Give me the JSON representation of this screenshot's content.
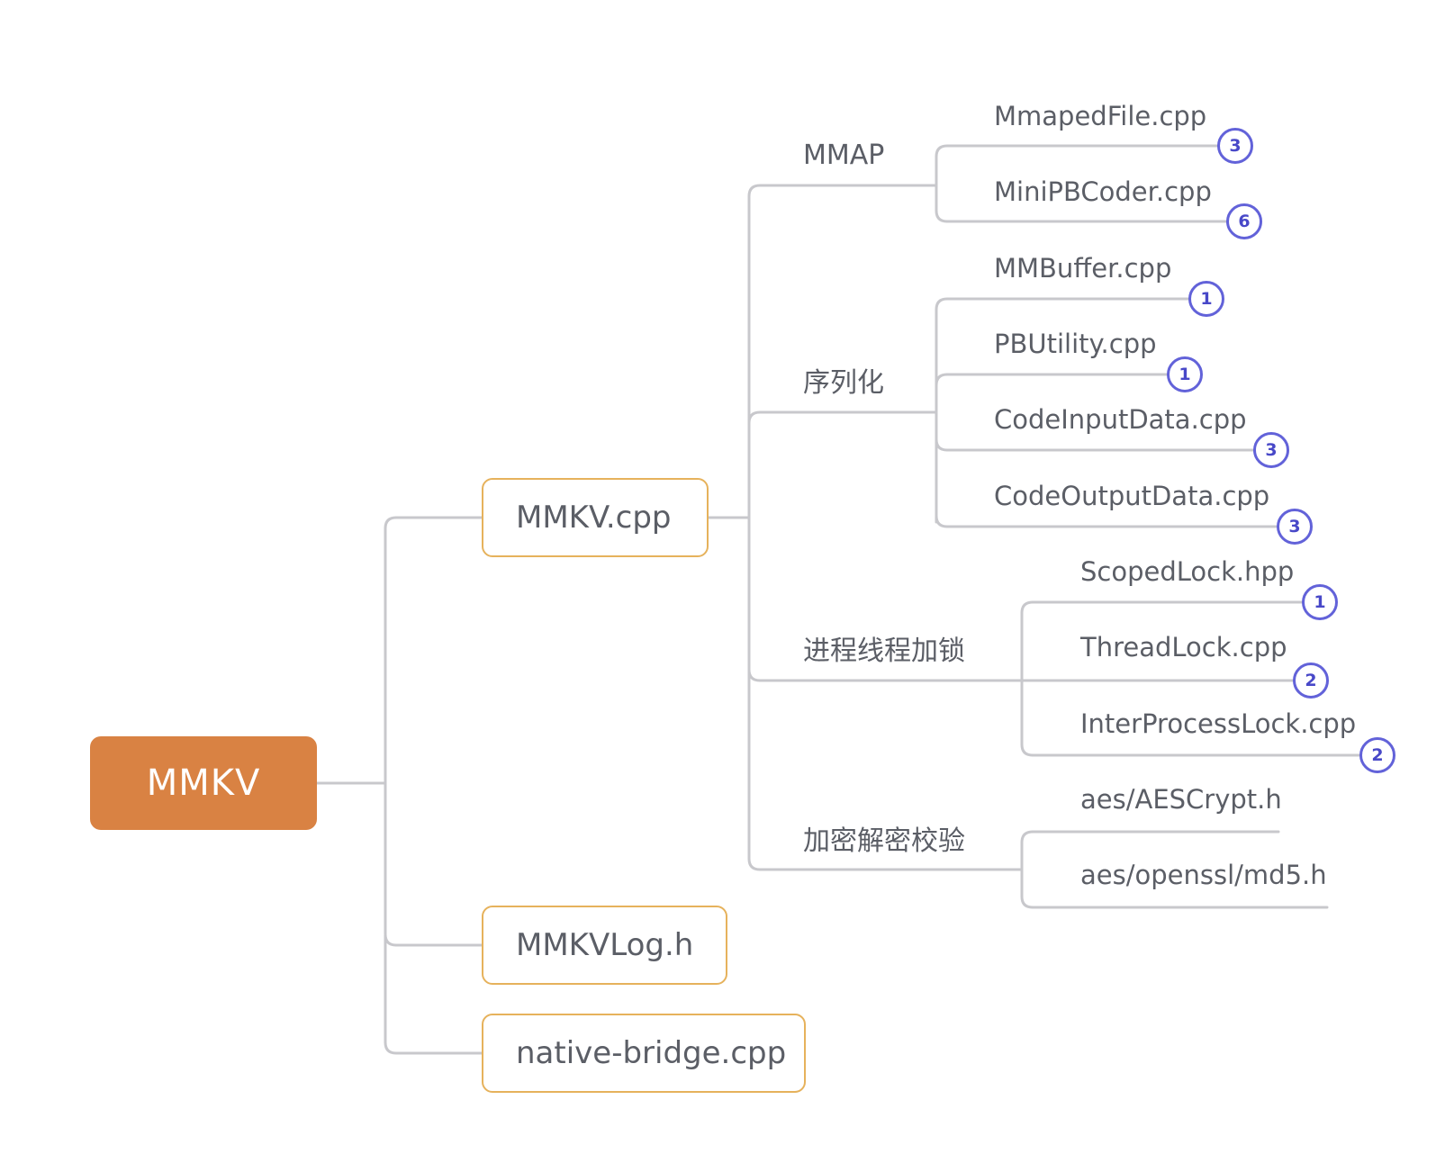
{
  "root": {
    "label": "MMKV"
  },
  "level1": [
    {
      "label": "MMKV.cpp"
    },
    {
      "label": "MMKVLog.h"
    },
    {
      "label": "native-bridge.cpp"
    }
  ],
  "groups": [
    {
      "label": "MMAP",
      "files": [
        {
          "label": "MmapedFile.cpp",
          "count": "3"
        },
        {
          "label": "MiniPBCoder.cpp",
          "count": "6"
        }
      ]
    },
    {
      "label": "序列化",
      "files": [
        {
          "label": "MMBuffer.cpp",
          "count": "1"
        },
        {
          "label": "PBUtility.cpp",
          "count": "1"
        },
        {
          "label": "CodeInputData.cpp",
          "count": "3"
        },
        {
          "label": "CodeOutputData.cpp",
          "count": "3"
        }
      ]
    },
    {
      "label": "进程线程加锁",
      "files": [
        {
          "label": "ScopedLock.hpp",
          "count": "1"
        },
        {
          "label": "ThreadLock.cpp",
          "count": "2"
        },
        {
          "label": "InterProcessLock.cpp",
          "count": "2"
        }
      ]
    },
    {
      "label": "加密解密校验",
      "files": [
        {
          "label": "aes/AESCrypt.h",
          "count": null
        },
        {
          "label": "aes/openssl/md5.h",
          "count": null
        }
      ]
    }
  ]
}
